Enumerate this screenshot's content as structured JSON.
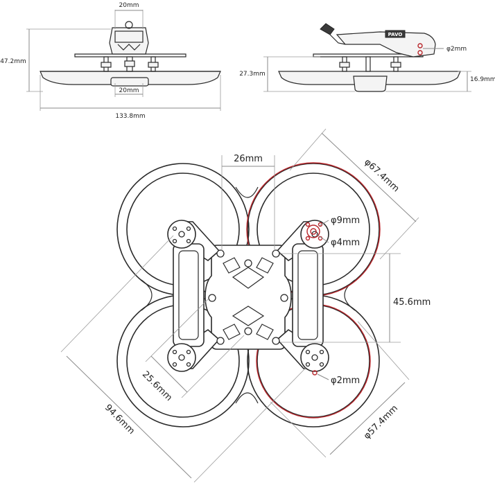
{
  "front_view": {
    "top_width": "20mm",
    "bottom_width": "20mm",
    "height": "47.2mm",
    "total_width": "133.8mm"
  },
  "side_view": {
    "height": "27.3mm",
    "guard_height": "16.9mm",
    "hole": "φ2mm",
    "brand": "PAVO"
  },
  "top_view": {
    "motor_spacing_x": "26mm",
    "duct_outer": "φ67.4mm",
    "mount_large": "φ9mm",
    "mount_small": "φ4mm",
    "motor_spacing_y": "45.6mm",
    "stack": "25.6mm",
    "hole": "φ2mm",
    "diagonal": "94.6mm",
    "prop": "φ57.4mm"
  },
  "colors": {
    "accent_red": "#b8262b",
    "line": "#2a2a2a",
    "dimension": "#8a8a8a"
  }
}
